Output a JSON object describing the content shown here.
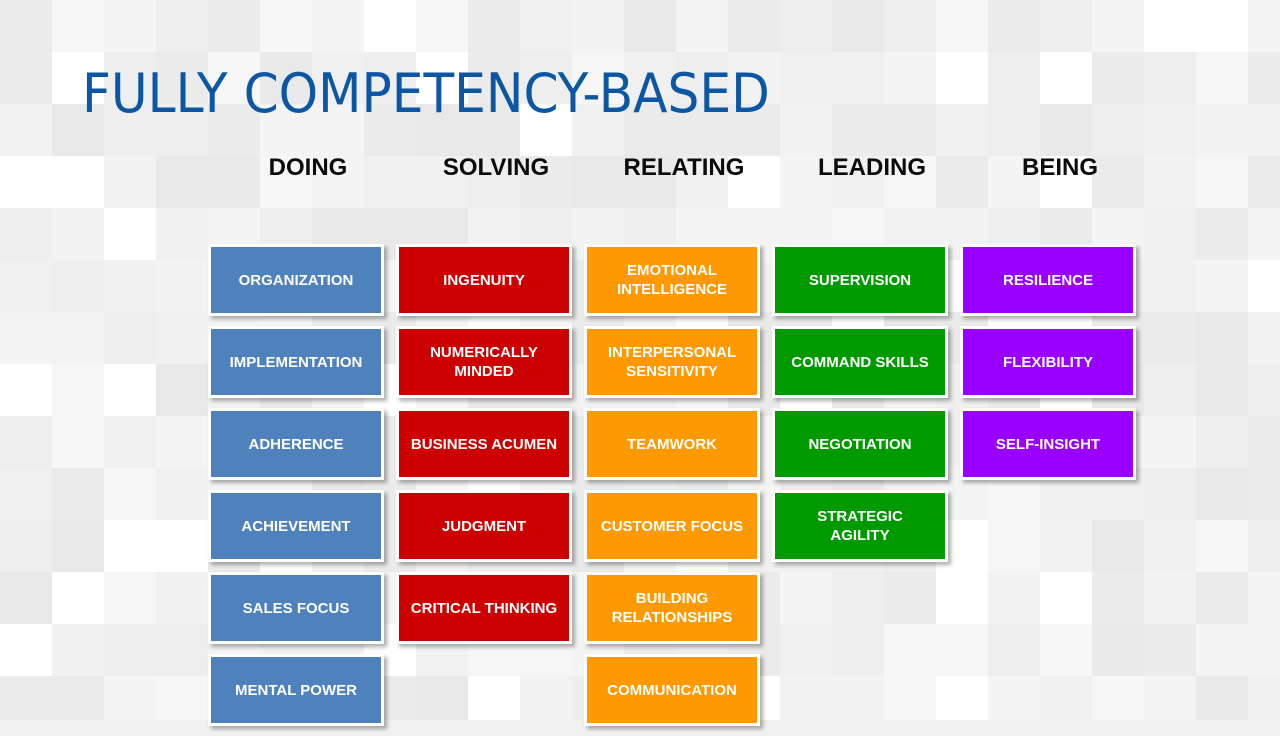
{
  "title": "FULLY COMPETENCY-BASED",
  "colors": {
    "title": "#0b57a4",
    "doing": "#4f81bd",
    "solving": "#cc0000",
    "relating": "#ff9900",
    "leading": "#009900",
    "being": "#9900ff",
    "tile_border": "#ffffff",
    "tile_text": "#ffffff"
  },
  "columns": [
    {
      "key": "doing",
      "heading": "DOING",
      "items": [
        "ORGANIZATION",
        "IMPLEMENTATION",
        "ADHERENCE",
        "ACHIEVEMENT",
        "SALES FOCUS",
        "MENTAL POWER"
      ]
    },
    {
      "key": "solving",
      "heading": "SOLVING",
      "items": [
        "INGENUITY",
        "NUMERICALLY\nMINDED",
        "BUSINESS ACUMEN",
        "JUDGMENT",
        "CRITICAL THINKING"
      ]
    },
    {
      "key": "relating",
      "heading": "RELATING",
      "items": [
        "EMOTIONAL\nINTELLIGENCE",
        "INTERPERSONAL\nSENSITIVITY",
        "TEAMWORK",
        "CUSTOMER FOCUS",
        "BUILDING\nRELATIONSHIPS",
        "COMMUNICATION"
      ]
    },
    {
      "key": "leading",
      "heading": "LEADING",
      "items": [
        "SUPERVISION",
        "COMMAND SKILLS",
        "NEGOTIATION",
        "STRATEGIC\nAGILITY"
      ]
    },
    {
      "key": "being",
      "heading": "BEING",
      "items": [
        "RESILIENCE",
        "FLEXIBILITY",
        "SELF-INSIGHT"
      ]
    }
  ]
}
